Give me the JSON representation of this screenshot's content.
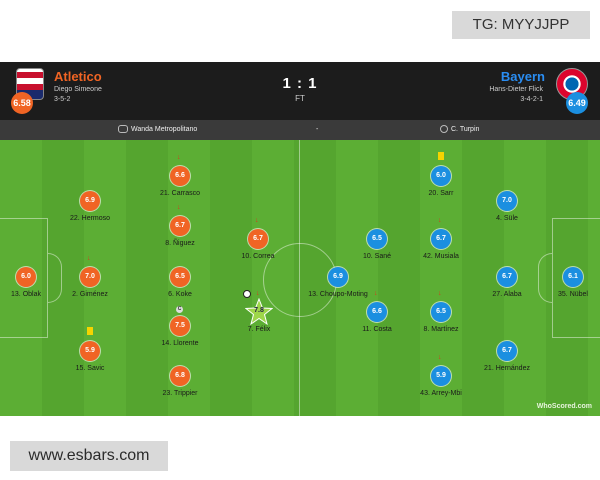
{
  "overlay": {
    "tg": "TG: MYYJJPP",
    "site": "www.esbars.com"
  },
  "header": {
    "home": {
      "name": "Atletico",
      "manager": "Diego Simeone",
      "formation": "3-5-2",
      "rating": "6.58",
      "crest_icon": "atletico-crest-icon"
    },
    "away": {
      "name": "Bayern",
      "manager": "Hans-Dieter Flick",
      "formation": "3-4-2-1",
      "rating": "6.49",
      "crest_icon": "bayern-crest-icon"
    },
    "score": "1 : 1",
    "status": "FT"
  },
  "info": {
    "venue": "Wanda Metropolitano",
    "separator": "-",
    "referee": "C. Turpin"
  },
  "branding": {
    "watermark": "WhoScored.com"
  },
  "colors": {
    "home": "#f06424",
    "away": "#1b8fe0",
    "mom": "#9ed64a",
    "pitch": "#5cae34"
  },
  "home_players": [
    {
      "num": "21",
      "name": "Carrasco",
      "rating": "6.6",
      "sub_off": true
    },
    {
      "num": "22",
      "name": "Hermoso",
      "rating": "6.9"
    },
    {
      "num": "8",
      "name": "Ñiguez",
      "rating": "6.7",
      "sub_off": true
    },
    {
      "num": "10",
      "name": "Correa",
      "rating": "6.7",
      "sub_off": true
    },
    {
      "num": "13",
      "name": "Oblak",
      "rating": "6.0"
    },
    {
      "num": "2",
      "name": "Giménez",
      "rating": "7.0",
      "sub_off": true
    },
    {
      "num": "6",
      "name": "Koke",
      "rating": "6.5"
    },
    {
      "num": "7",
      "name": "Félix",
      "rating": "7.8",
      "man_of_match": true,
      "goal": true,
      "sub_off": true
    },
    {
      "num": "14",
      "name": "Llorente",
      "rating": "7.5",
      "captain": true
    },
    {
      "num": "15",
      "name": "Savic",
      "rating": "5.9",
      "yellow": true
    },
    {
      "num": "23",
      "name": "Trippier",
      "rating": "6.8"
    }
  ],
  "away_players": [
    {
      "num": "20",
      "name": "Sarr",
      "rating": "6.0",
      "yellow": true,
      "sub_off": true
    },
    {
      "num": "4",
      "name": "Süle",
      "rating": "7.0"
    },
    {
      "num": "10",
      "name": "Sané",
      "rating": "6.5"
    },
    {
      "num": "42",
      "name": "Musiala",
      "rating": "6.7",
      "sub_off": true
    },
    {
      "num": "13",
      "name": "Choupo-Moting",
      "rating": "6.9"
    },
    {
      "num": "27",
      "name": "Alaba",
      "rating": "6.7"
    },
    {
      "num": "35",
      "name": "Nübel",
      "rating": "6.1"
    },
    {
      "num": "11",
      "name": "Costa",
      "rating": "6.6",
      "sub_off": true
    },
    {
      "num": "8",
      "name": "Martínez",
      "rating": "6.5",
      "sub_off": true
    },
    {
      "num": "21",
      "name": "Hernández",
      "rating": "6.7"
    },
    {
      "num": "43",
      "name": "Arrey-Mbi",
      "rating": "5.9",
      "sub_off": true
    }
  ]
}
